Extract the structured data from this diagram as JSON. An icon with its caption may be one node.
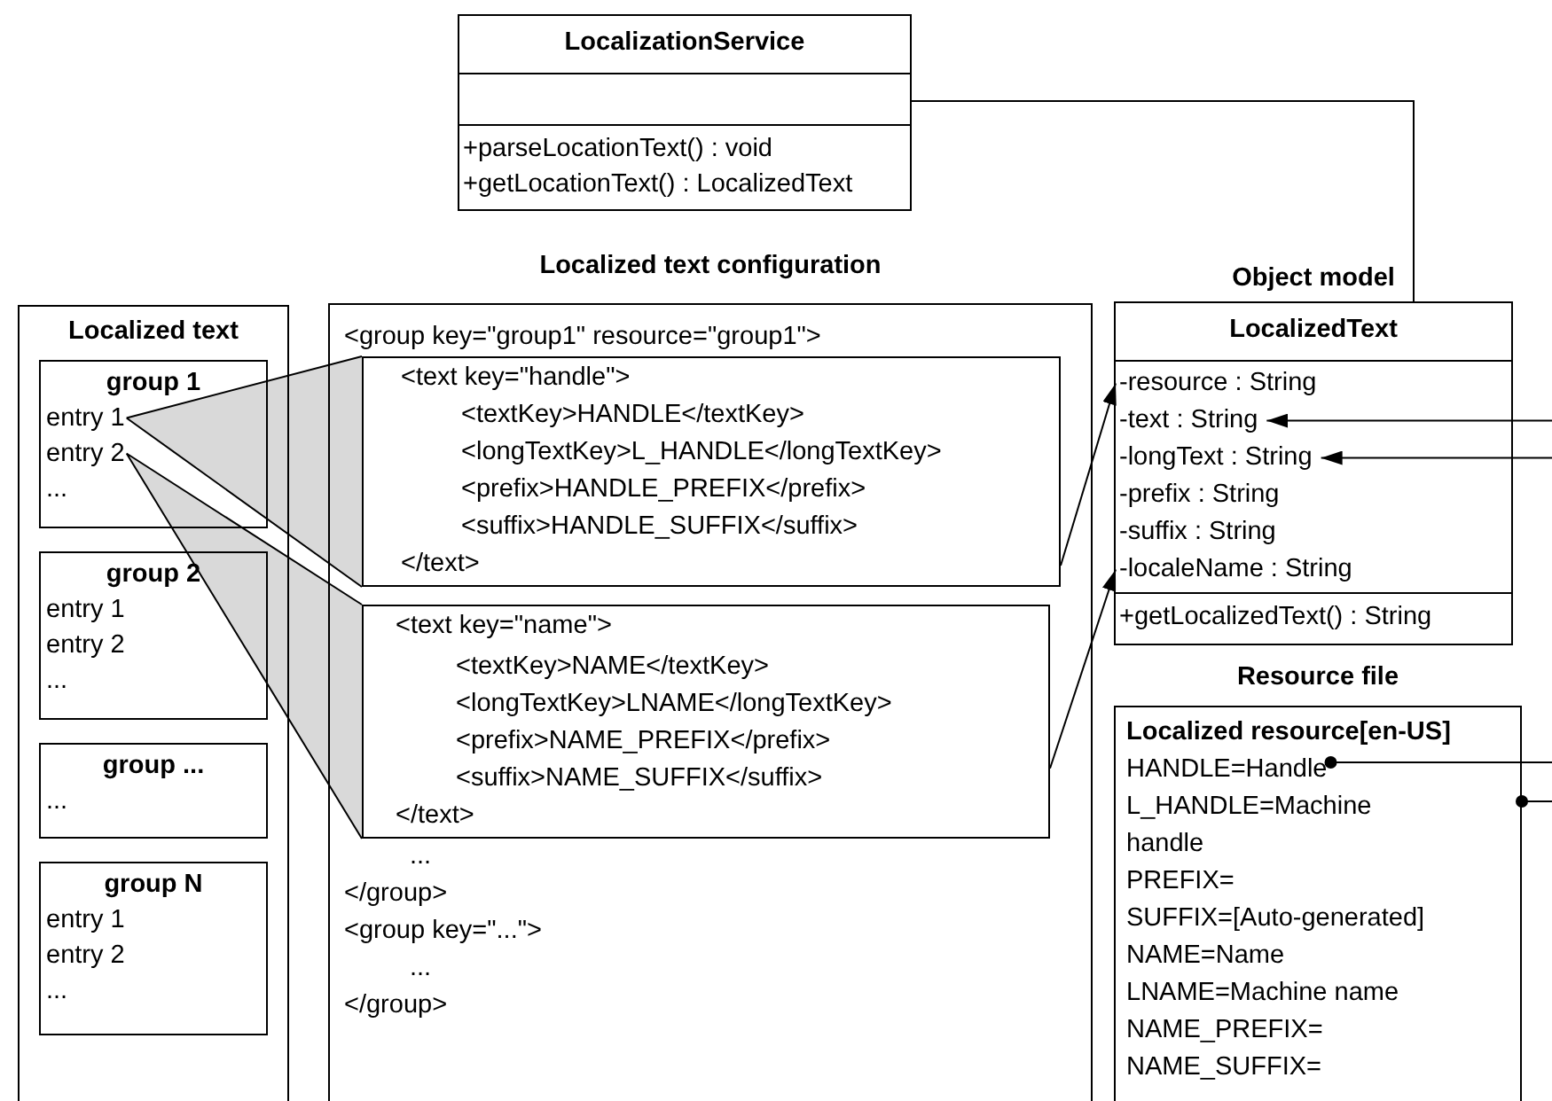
{
  "diagram": {
    "nodes": [
      {
        "text": [
          "LocalizationService",
          "+parseLocationText() : void",
          "+getLocationText() : LocalizedText"
        ]
      },
      {
        "text": [
          "Localized text"
        ]
      },
      {
        "text": [
          "group 1",
          "..."
        ],
        "in": 1
      },
      {
        "text": [
          "entry 1"
        ],
        "in": 2
      },
      {
        "text": [
          "entry 2"
        ],
        "in": 2
      },
      {
        "text": [
          "group 2",
          "entry 1",
          "entry 2",
          "..."
        ],
        "in": 1
      },
      {
        "text": [
          "group ...",
          "..."
        ],
        "in": 1
      },
      {
        "text": [
          "group N",
          "entry 1",
          "entry 2",
          "..."
        ],
        "in": 1
      },
      {
        "text": [
          "Localized text configuration",
          "<group key=\"group1\" resource=\"group1\">",
          "...",
          "</group>",
          "<group key=\"...\">",
          "...",
          "</group>"
        ]
      },
      {
        "text": [
          "<text key=\"handle\">",
          "<textKey>HANDLE</textKey>",
          "<longTextKey>L_HANDLE</longTextKey>",
          "<prefix>HANDLE_PREFIX</prefix>",
          "<suffix>HANDLE_SUFFIX</suffix>",
          "</text>"
        ],
        "in": 8
      },
      {
        "text": [
          "<text key=\"name\">",
          "<textKey>NAME</textKey>",
          "<longTextKey>LNAME</longTextKey>",
          "<prefix>NAME_PREFIX</prefix>",
          "<suffix>NAME_SUFFIX</suffix>",
          "</text>"
        ],
        "in": 8
      },
      {
        "text": [
          "Object model",
          "LocalizedText",
          "+getLocalizedText() : String"
        ]
      },
      {
        "text": [
          "-resource : String"
        ],
        "in": 11
      },
      {
        "text": [
          "-text : String"
        ],
        "in": 11
      },
      {
        "text": [
          "-longText : String"
        ],
        "in": 11
      },
      {
        "text": [
          "-prefix : String"
        ],
        "in": 11
      },
      {
        "text": [
          "-suffix : String"
        ],
        "in": 11
      },
      {
        "text": [
          "-localeName : String"
        ],
        "in": 11
      },
      {
        "text": [
          "Resource file",
          "Localized resource[en-US]",
          "L_HANDLE=Machine handle",
          "PREFIX=",
          "SUFFIX=[Auto-generated]",
          "NAME=Name",
          "LNAME=Machine name",
          "NAME_PREFIX=",
          "NAME_SUFFIX="
        ]
      },
      {
        "text": [
          "HANDLE=Handle"
        ],
        "in": 18
      }
    ],
    "edges": [
      {
        "from": 0,
        "to": 11,
        "arrow": "none"
      },
      {
        "from": 3,
        "to": 9,
        "arrow": "none"
      },
      {
        "from": 4,
        "to": 10,
        "arrow": "none"
      },
      {
        "from": 9,
        "to": 12,
        "arrow": "to"
      },
      {
        "from": 10,
        "to": 17,
        "arrow": "to"
      },
      {
        "from": null,
        "to": 13,
        "arrow": "to"
      },
      {
        "from": null,
        "to": 14,
        "arrow": "to"
      },
      {
        "from": 19,
        "to": null,
        "arrow": "other"
      },
      {
        "from": 18,
        "to": null,
        "arrow": "other"
      }
    ]
  }
}
